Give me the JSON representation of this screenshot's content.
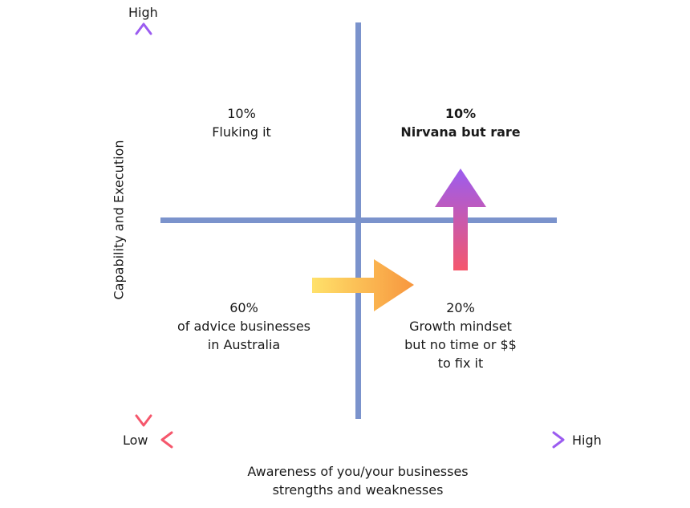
{
  "y_axis": {
    "label": "Capability and Execution",
    "high_label": "High",
    "low_label": "Low"
  },
  "x_axis": {
    "label_lines": [
      "Awareness of you/your businesses",
      "strengths and weaknesses"
    ],
    "high_label": "High"
  },
  "quadrants": {
    "top_left": {
      "percent": "10%",
      "lines": [
        "Fluking it"
      ]
    },
    "top_right": {
      "percent": "10%",
      "lines": [
        "Nirvana but rare"
      ]
    },
    "bottom_left": {
      "percent": "60%",
      "lines": [
        "of advice businesses",
        "in Australia"
      ]
    },
    "bottom_right": {
      "percent": "20%",
      "lines": [
        "Growth mindset",
        "but no time or $$",
        "to fix it"
      ]
    }
  },
  "colors": {
    "divider": "#7b93cc",
    "axis_gradient_start": "#9b5cf0",
    "axis_gradient_end": "#f5576c",
    "right_arrow_start": "#ffe16a",
    "right_arrow_end": "#f7963e",
    "up_arrow_top": "#9b5cf0",
    "up_arrow_bottom": "#f5576c"
  }
}
